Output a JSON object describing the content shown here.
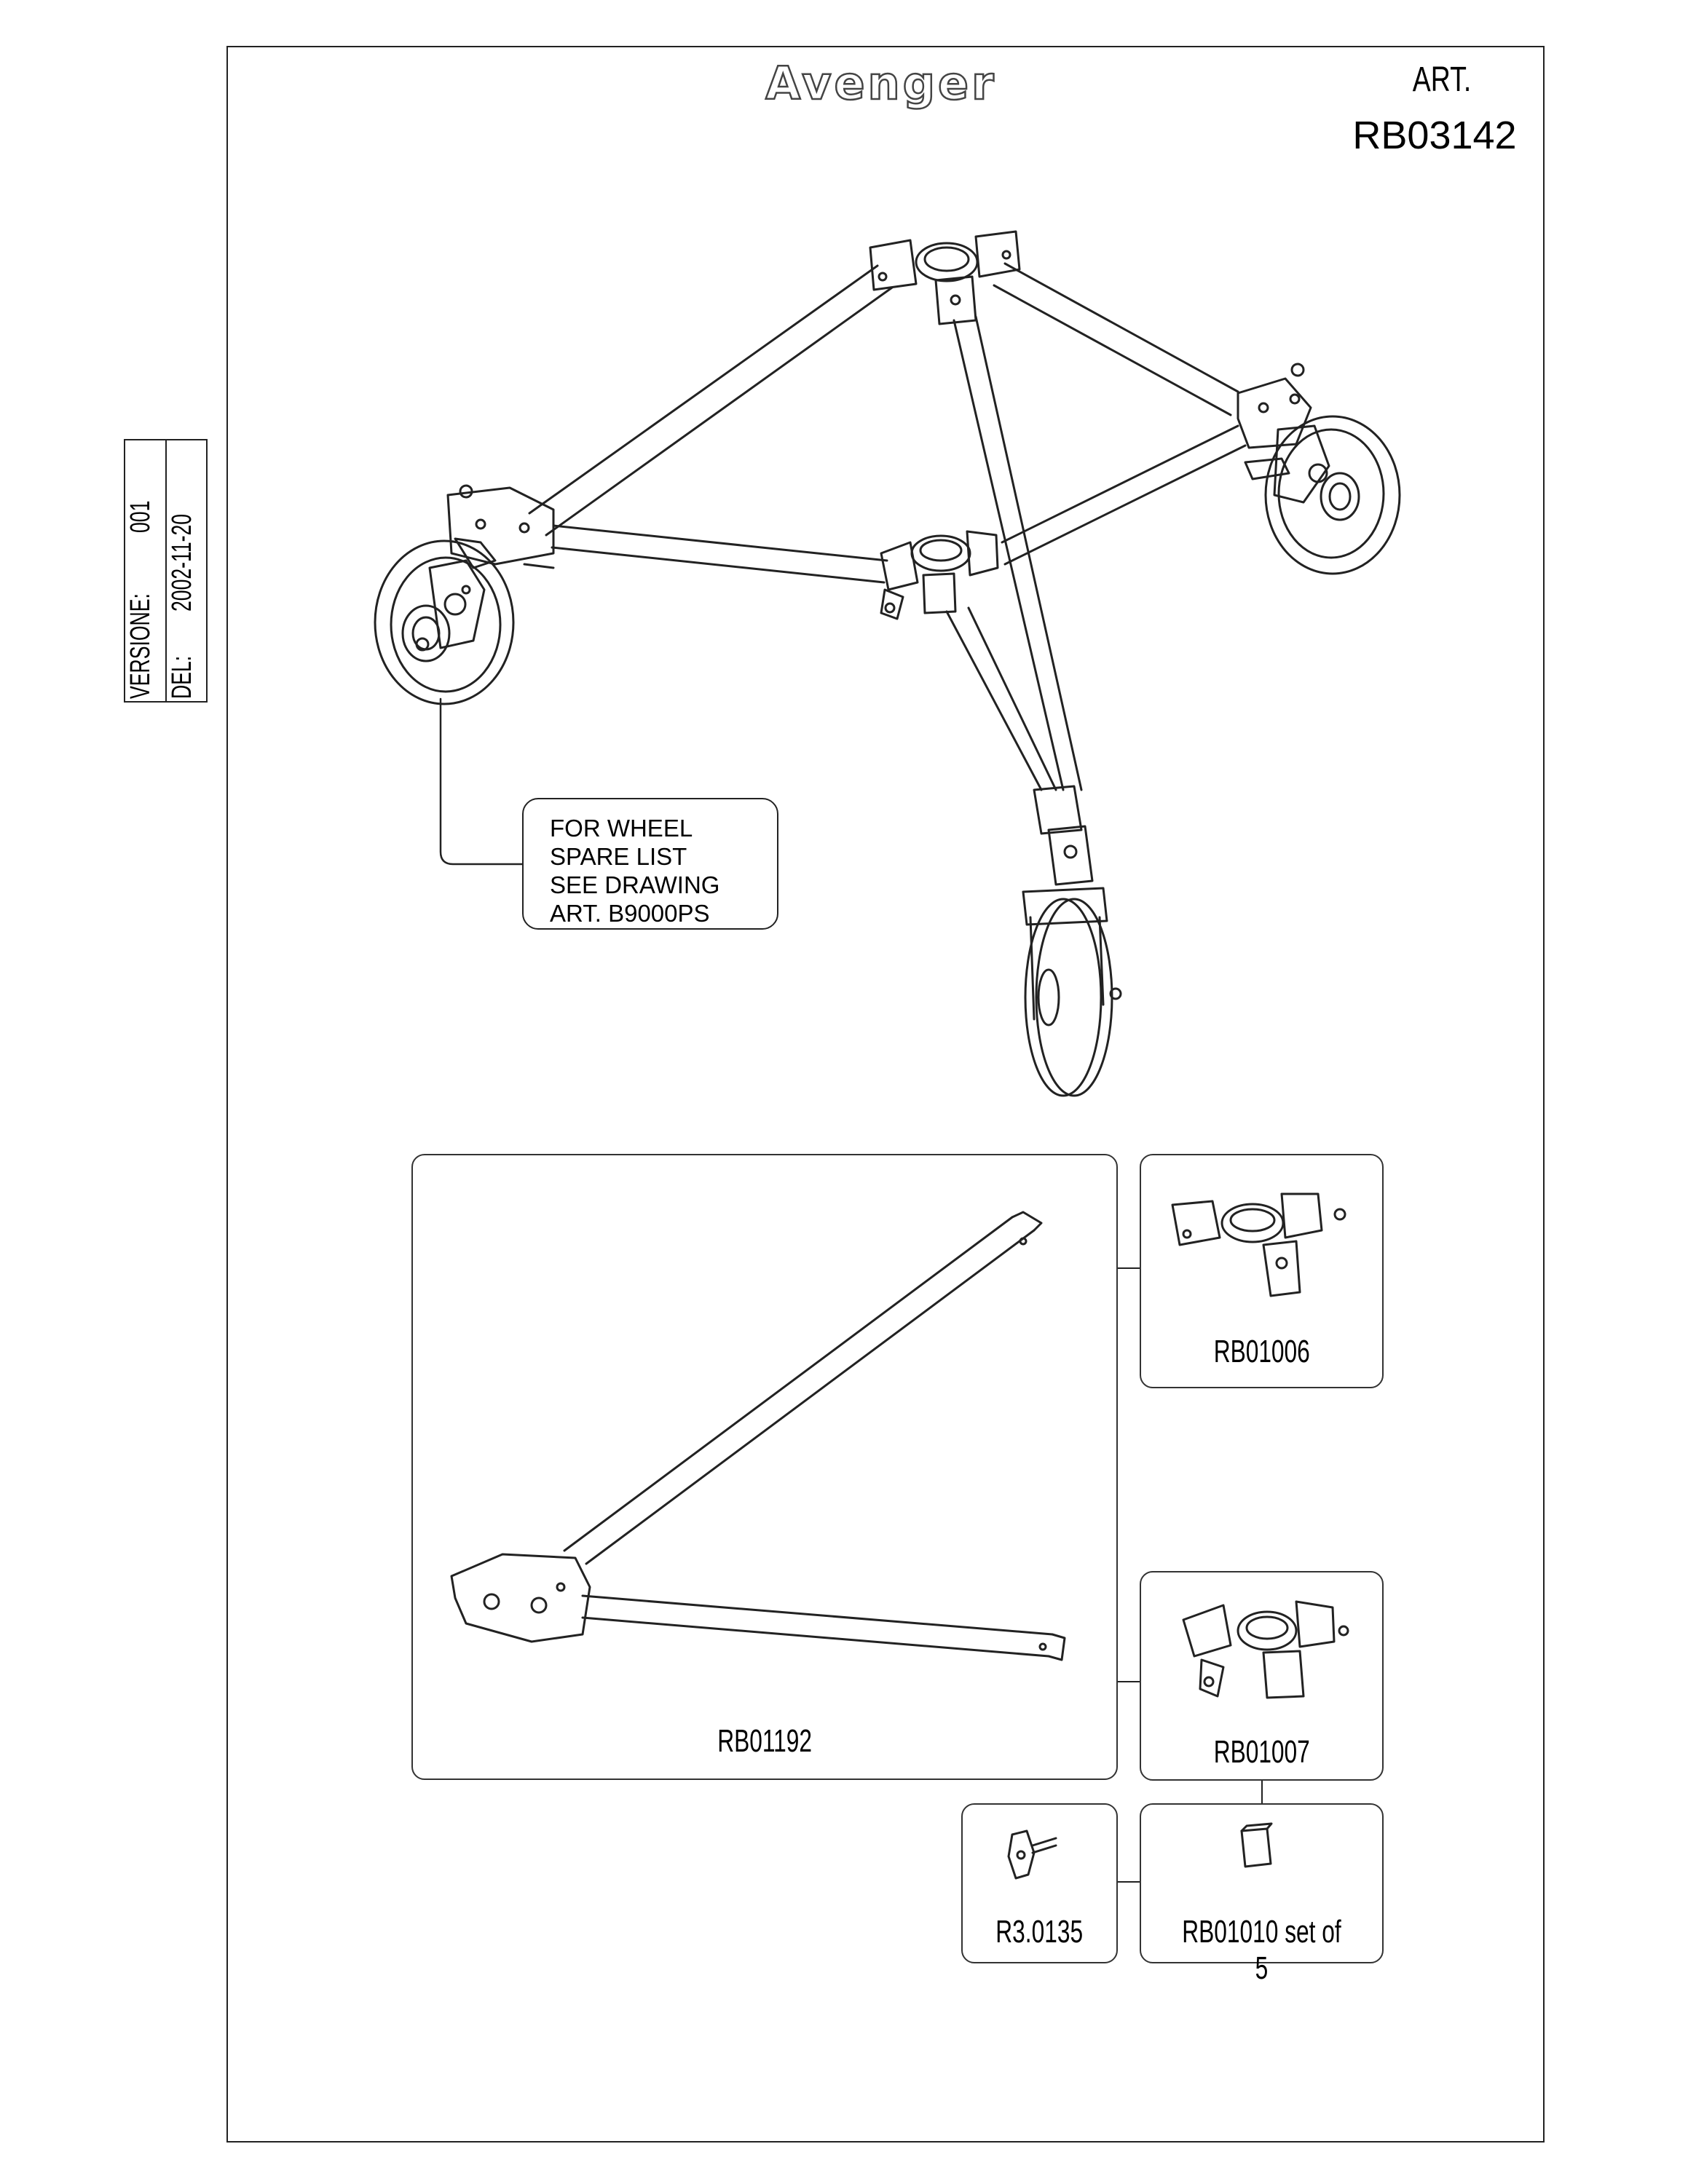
{
  "title_block": {
    "brand": "Avenger",
    "art_label": "ART.",
    "art_code": "RB03142"
  },
  "version": {
    "versione_label": "VERSIONE:",
    "versione_value": "001",
    "del_label": "DEL:",
    "del_value": "2002-11-20"
  },
  "callout": {
    "lines": [
      "FOR WHEEL",
      "SPARE LIST",
      "SEE DRAWING",
      "ART. B9000PS"
    ]
  },
  "parts": [
    {
      "code": "RB01192"
    },
    {
      "code": "RB01006"
    },
    {
      "code": "RB01007"
    },
    {
      "code": "R3.0135"
    },
    {
      "code": "RB01010 set of 5"
    }
  ],
  "colors": {
    "line": "#222222",
    "paper": "#ffffff"
  }
}
